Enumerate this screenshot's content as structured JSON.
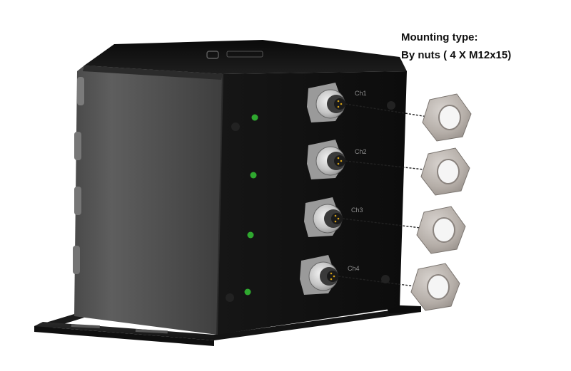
{
  "annotation": {
    "line1": "Mounting type:",
    "line2": "By nuts ( 4 X M12x15)"
  },
  "device": {
    "logo_text": "",
    "connectors": [
      {
        "label": "Ch1"
      },
      {
        "label": "Ch2"
      },
      {
        "label": "Ch3"
      },
      {
        "label": "Ch4"
      }
    ],
    "status_led_color": "#2fa82f",
    "housing_color": "#141414",
    "nut_color": "#b3aca6"
  }
}
